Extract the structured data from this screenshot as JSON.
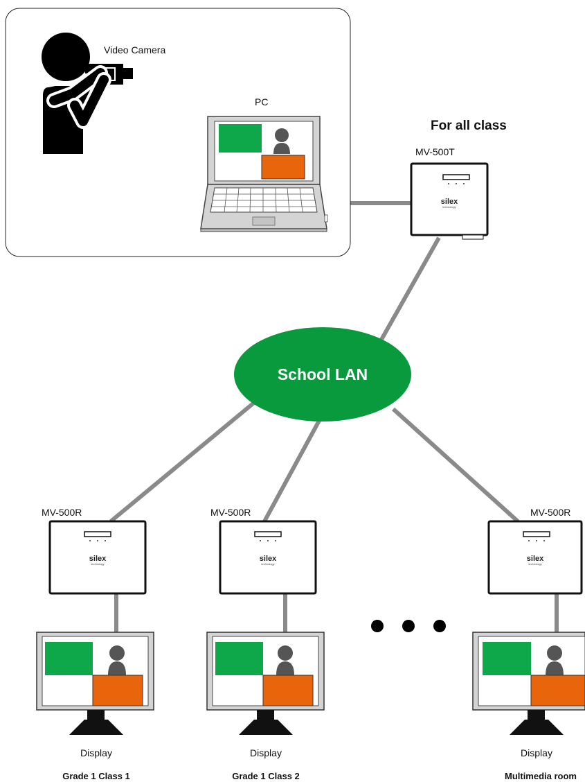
{
  "source": {
    "camera_label": "Video Camera",
    "pc_label": "PC"
  },
  "transmitter": {
    "heading": "For all class",
    "model": "MV-500T",
    "brand": "silex",
    "brand_sub": "technology"
  },
  "network": {
    "label": "School LAN"
  },
  "receivers": [
    {
      "model": "MV-500R",
      "brand": "silex",
      "brand_sub": "technology",
      "display_label": "Display",
      "location": "Grade 1 Class 1"
    },
    {
      "model": "MV-500R",
      "brand": "silex",
      "brand_sub": "technology",
      "display_label": "Display",
      "location": "Grade 1 Class 2"
    },
    {
      "model": "MV-500R",
      "brand": "silex",
      "brand_sub": "technology",
      "display_label": "Display",
      "location": "Multimedia room"
    }
  ],
  "colors": {
    "lan_green": "#0a9a3e",
    "screen_green": "#0ea84a",
    "desk_orange": "#e8650c",
    "person_gray": "#555555",
    "cable_gray": "#8a8a8a"
  }
}
